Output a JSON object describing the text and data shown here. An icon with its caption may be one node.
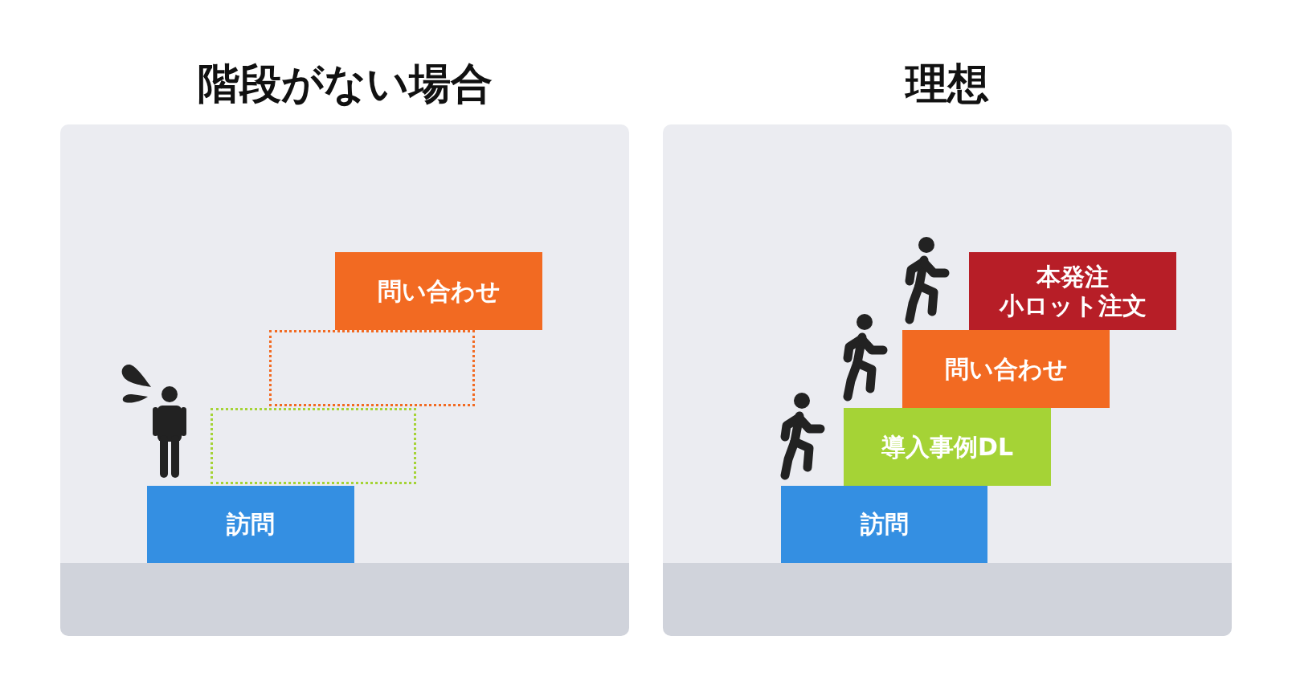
{
  "diagram": {
    "nodes": [
      {
        "text": [
          "階段がない場合"
        ]
      },
      {
        "text": [
          "訪問"
        ],
        "in": 0
      },
      {
        "text": [],
        "shape": "box",
        "in": 0
      },
      {
        "text": [],
        "shape": "box",
        "in": 0
      },
      {
        "text": [
          "問い合わせ"
        ],
        "in": 0
      },
      {
        "text": [
          "理想"
        ]
      },
      {
        "text": [
          "訪問"
        ],
        "in": 5
      },
      {
        "text": [
          "導入事例DL"
        ],
        "in": 5
      },
      {
        "text": [
          "問い合わせ"
        ],
        "in": 5
      },
      {
        "text": [
          "本発注",
          "小ロット注文"
        ],
        "in": 5
      }
    ]
  }
}
